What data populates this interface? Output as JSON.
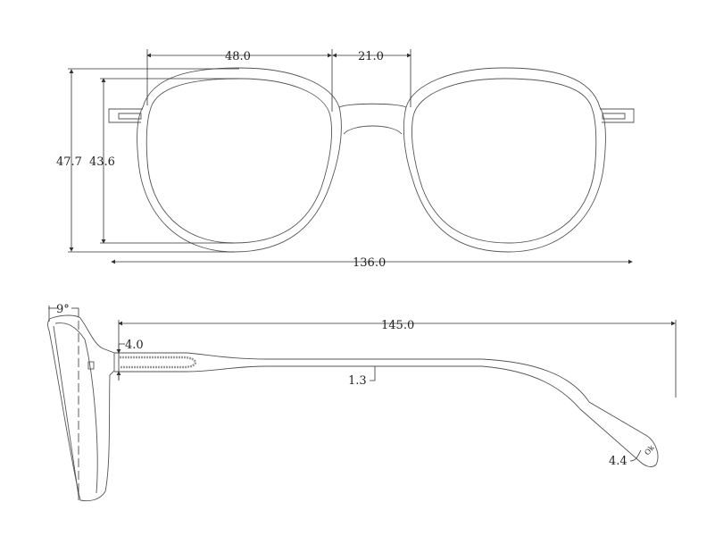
{
  "front_view": {
    "lens_width": "48.0",
    "bridge_width": "21.0",
    "frame_height": "47.7",
    "lens_height": "43.6",
    "total_width": "136.0"
  },
  "side_view": {
    "pantoscopic_angle": "9°",
    "temple_length": "145.0",
    "hinge_height": "4.0",
    "temple_thickness": "1.3",
    "temple_tip_width": "4.4",
    "tip_logo": "Ok"
  }
}
